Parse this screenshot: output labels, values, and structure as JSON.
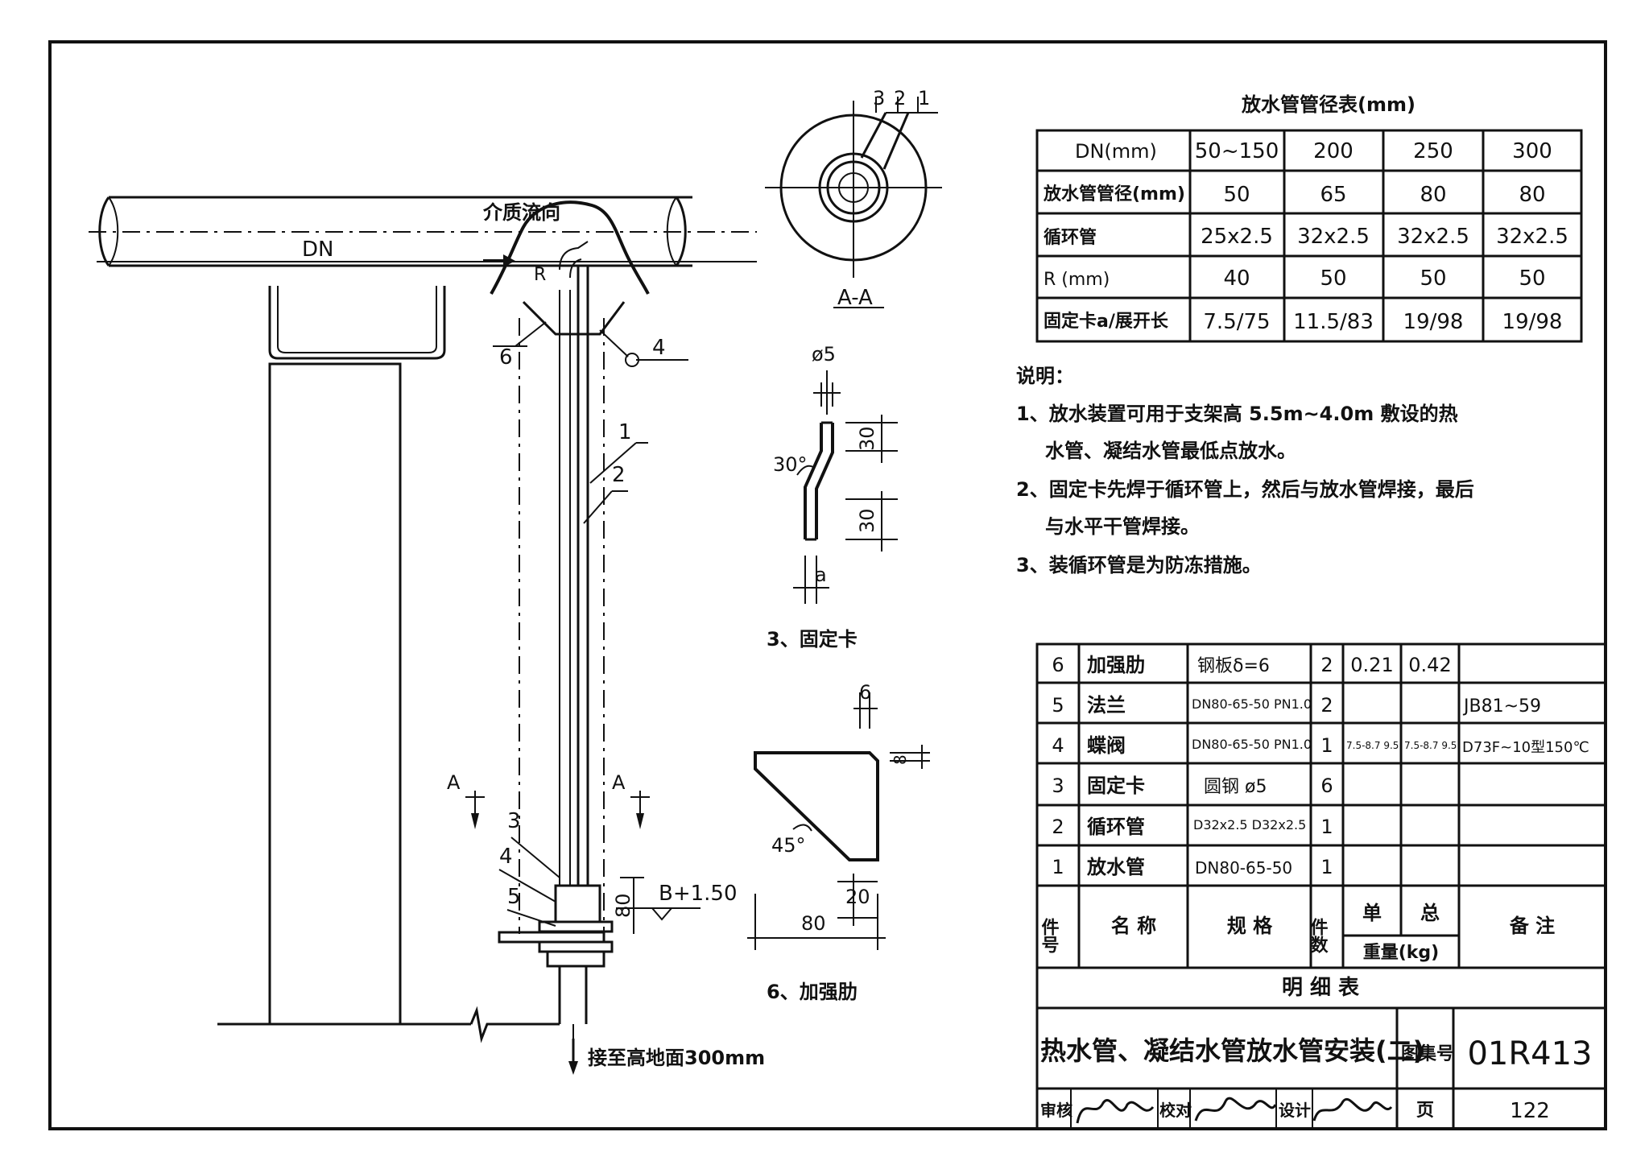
{
  "drawing": {
    "flow_label": "介质流向",
    "dn_label": "DN",
    "r_label": "R",
    "section_label": "A-A",
    "section_mark": "A",
    "level_label": "B+1.50",
    "dim_80": "80",
    "ground_note": "接至高地面300mm",
    "callouts": [
      "1",
      "2",
      "3",
      "4",
      "5",
      "6"
    ],
    "section_callouts": [
      "3",
      "2",
      "1"
    ]
  },
  "clip_detail": {
    "caption": "3、固定卡",
    "dia": "ø5",
    "dim_top": "30",
    "dim_bottom": "30",
    "angle": "30°",
    "dim_a": "a"
  },
  "rib_detail": {
    "caption": "6、加强肋",
    "dim_thk": "6",
    "angle": "45°",
    "dim_width": "80",
    "dim_height": "20",
    "dim_side": "8"
  },
  "diameter_table": {
    "title": "放水管管径表(mm)",
    "header": [
      "DN(mm)",
      "50~150",
      "200",
      "250",
      "300"
    ],
    "rows": [
      [
        "放水管管径(mm)",
        "50",
        "65",
        "80",
        "80"
      ],
      [
        "循环管",
        "25x2.5",
        "32x2.5",
        "32x2.5",
        "32x2.5"
      ],
      [
        "R (mm)",
        "40",
        "50",
        "50",
        "50"
      ],
      [
        "固定卡a/展开长",
        "7.5/75",
        "11.5/83",
        "19/98",
        "19/98"
      ]
    ]
  },
  "notes": {
    "title": "说明：",
    "lines": [
      "1、放水装置可用于支架高 5.5m~4.0m 敷设的热",
      "水管、凝结水管最低点放水。",
      "2、固定卡先焊于循环管上，然后与放水管焊接，最后",
      "与水平干管焊接。",
      "3、装循环管是为防冻措施。"
    ]
  },
  "parts_list": {
    "rows": [
      {
        "no": "6",
        "name": "加强肋",
        "spec": "钢板δ=6",
        "qty": "2",
        "unit": "0.21",
        "total": "0.42",
        "remark": ""
      },
      {
        "no": "5",
        "name": "法兰",
        "spec": "DN80-65-50 PN1.0",
        "qty": "2",
        "unit": "",
        "total": "",
        "remark": "JB81~59"
      },
      {
        "no": "4",
        "name": "蝶阀",
        "spec": "DN80-65-50 PN1.0",
        "qty": "1",
        "unit": "7.5-8.7 9.5",
        "total": "7.5-8.7 9.5",
        "remark": "D73F~10型150℃"
      },
      {
        "no": "3",
        "name": "固定卡",
        "spec": "圆钢 ø5",
        "qty": "6",
        "unit": "",
        "total": "",
        "remark": ""
      },
      {
        "no": "2",
        "name": "循环管",
        "spec": "D32x2.5 D32x2.5",
        "qty": "1",
        "unit": "",
        "total": "",
        "remark": ""
      },
      {
        "no": "1",
        "name": "放水管",
        "spec": "DN80-65-50",
        "qty": "1",
        "unit": "",
        "total": "",
        "remark": ""
      }
    ],
    "header": {
      "no": "件号",
      "name": "名 称",
      "spec": "规 格",
      "qty": "件数",
      "unit": "单",
      "total": "总",
      "weight": "重量(kg)",
      "remark": "备 注"
    },
    "caption": "明 细 表"
  },
  "title_block": {
    "title": "热水管、凝结水管放水管安装(二)",
    "atlas_label": "图集号",
    "atlas_no": "01R413",
    "review": "审核",
    "check": "校对",
    "design": "设计",
    "page_label": "页",
    "page_no": "122"
  }
}
